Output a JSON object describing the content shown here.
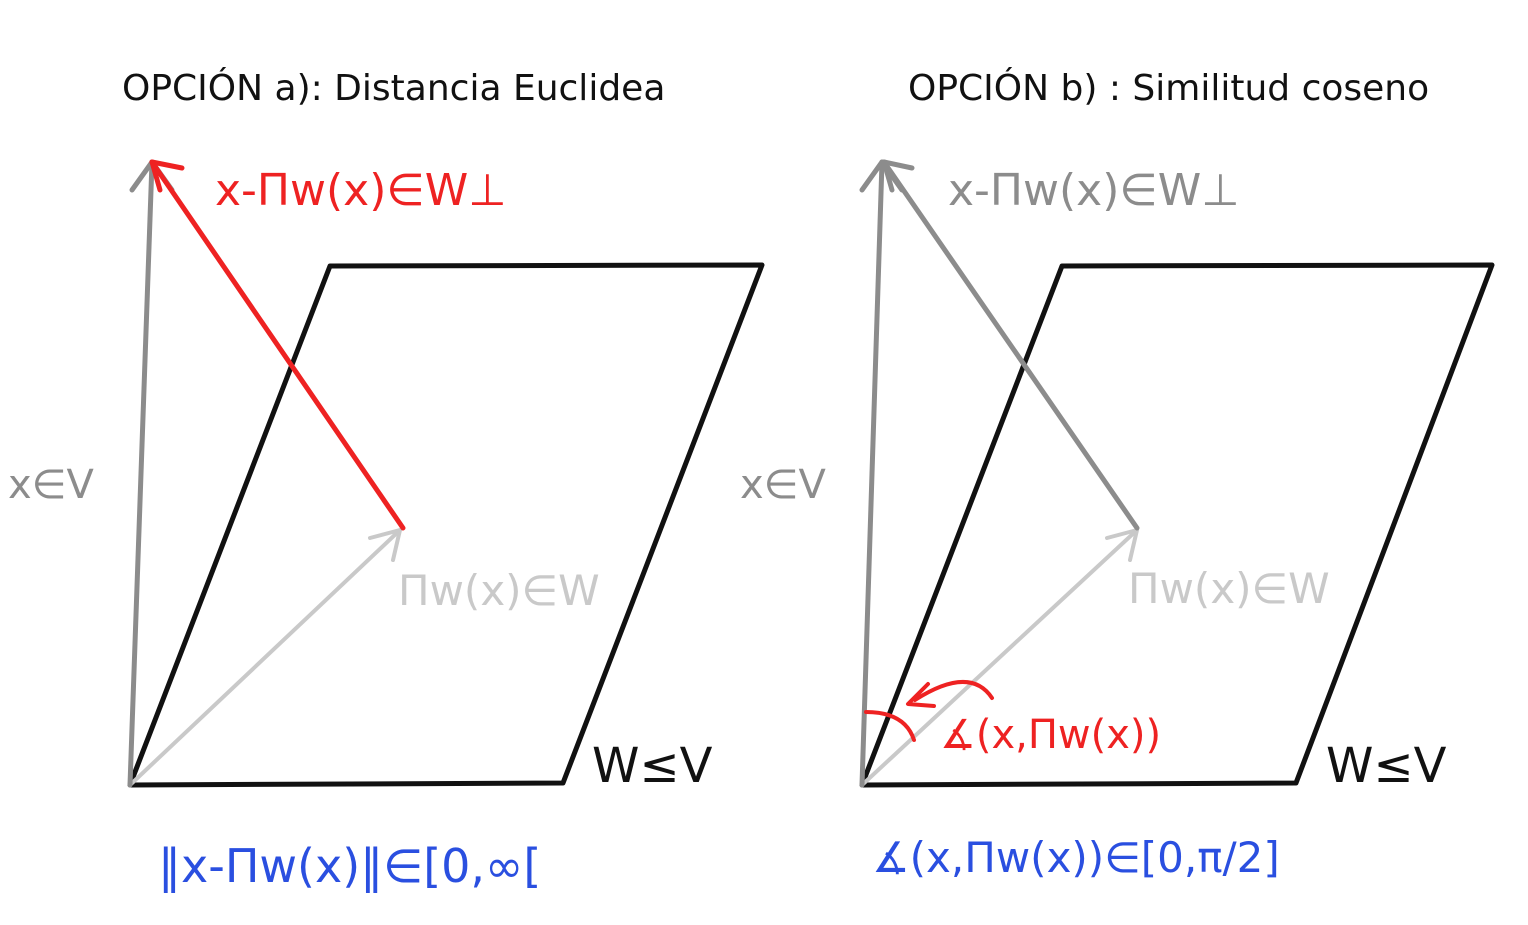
{
  "panels": [
    {
      "title": "OPCIÓN a): Distancia Euclidea",
      "labels": {
        "x_vector": "x∈V",
        "residual": "x-Πw(x)∈W⊥",
        "projection": "Πw(x)∈W",
        "subspace": "W≤V",
        "angle": "",
        "result": "‖x-Πw(x)‖∈[0,∞["
      },
      "highlight": "residual"
    },
    {
      "title": "OPCIÓN b) : Similitud coseno",
      "labels": {
        "x_vector": "x∈V",
        "residual": "x-Πw(x)∈W⊥",
        "projection": "Πw(x)∈W",
        "subspace": "W≤V",
        "angle": "∡(x,Πw(x))",
        "result": "∡(x,Πw(x))∈[0,π/2]"
      },
      "highlight": "angle"
    }
  ],
  "colors": {
    "vector_x": "#8c8c8c",
    "projection": "#c9c9c9",
    "residual_highlight": "#ee2222",
    "residual_muted": "#8c8c8c",
    "plane": "#111111",
    "angle": "#ee2222",
    "result": "#2a4fe0"
  }
}
